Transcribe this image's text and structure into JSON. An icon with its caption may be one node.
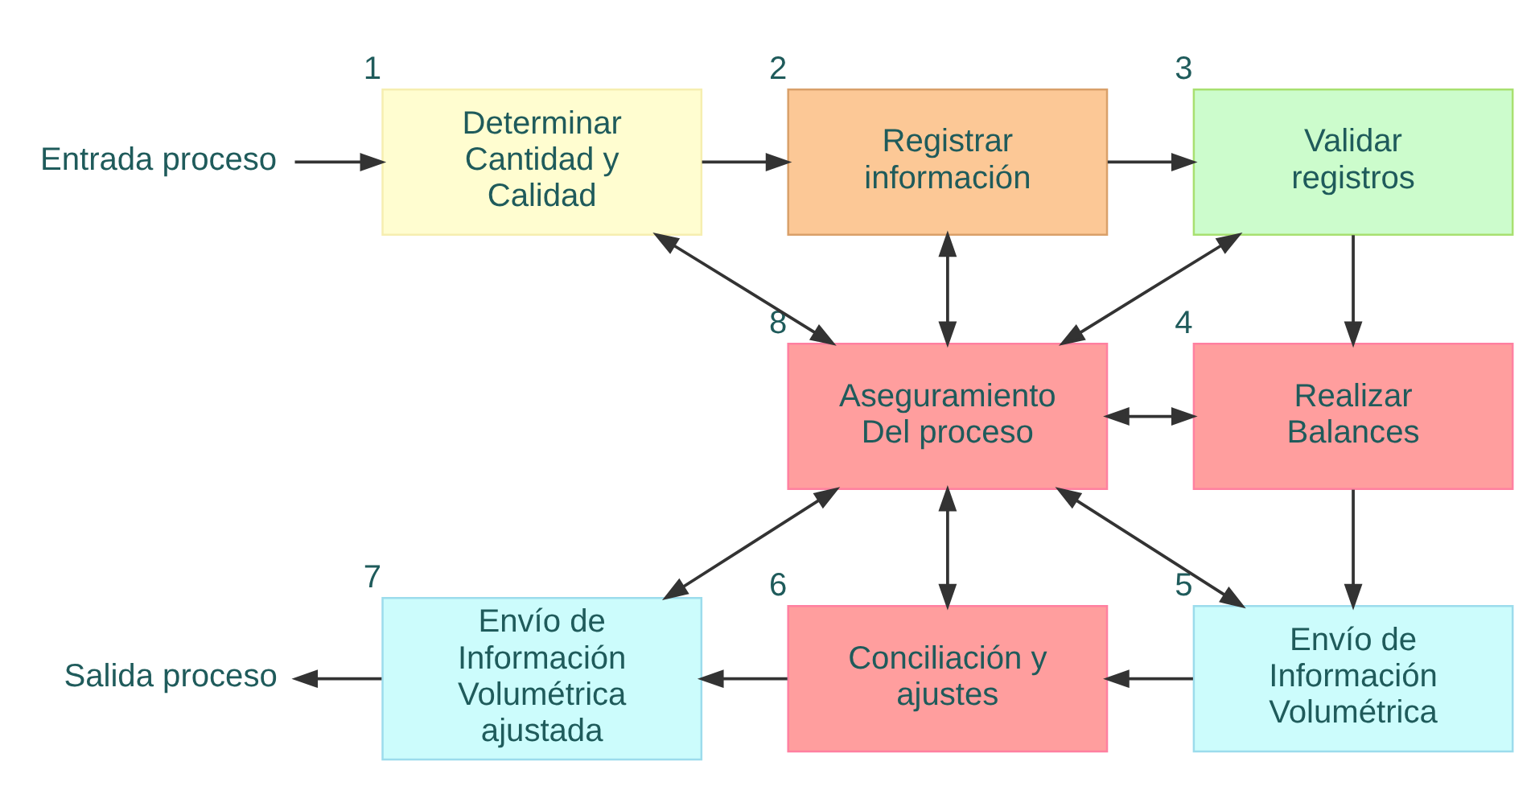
{
  "diagram": {
    "nodes": [
      {
        "text": [
          "Determinar Cantidad y Calidad"
        ],
        "beside": [
          "1"
        ]
      },
      {
        "text": [
          "Registrar información"
        ],
        "beside": [
          "2"
        ]
      },
      {
        "text": [
          "Validar registros"
        ],
        "beside": [
          "3"
        ]
      },
      {
        "text": [
          "Entrada proceso"
        ]
      },
      {
        "text": [
          "Aseguramiento Del proceso"
        ],
        "beside": [
          "8"
        ]
      },
      {
        "text": [
          "Realizar Balances"
        ],
        "beside": [
          "4"
        ]
      },
      {
        "text": [
          "Salida proceso"
        ]
      },
      {
        "text": [
          "Envío de Información Volumétrica ajustada"
        ],
        "beside": [
          "7"
        ]
      },
      {
        "text": [
          "Conciliación y ajustes"
        ],
        "beside": [
          "6"
        ]
      },
      {
        "text": [
          "Envío de Información Volumétrica"
        ],
        "beside": [
          "5"
        ]
      }
    ],
    "edges": [
      {
        "from": 3,
        "to": 0,
        "arrow": "to"
      },
      {
        "from": 0,
        "to": 1,
        "arrow": "to"
      },
      {
        "from": 1,
        "to": 2,
        "arrow": "to"
      },
      {
        "from": 2,
        "to": 5,
        "arrow": "to"
      },
      {
        "from": 5,
        "to": 9,
        "arrow": "to"
      },
      {
        "from": 9,
        "to": 8,
        "arrow": "to"
      },
      {
        "from": 8,
        "to": 7,
        "arrow": "to"
      },
      {
        "from": 7,
        "to": 6,
        "arrow": "to"
      },
      {
        "from": 0,
        "to": 4,
        "arrow": "both"
      },
      {
        "from": 1,
        "to": 4,
        "arrow": "both"
      },
      {
        "from": 4,
        "to": 2,
        "arrow": "both"
      },
      {
        "from": 4,
        "to": 5,
        "arrow": "both"
      },
      {
        "from": 9,
        "to": 4,
        "arrow": "both"
      },
      {
        "from": 4,
        "to": 7,
        "arrow": "both"
      },
      {
        "from": 4,
        "to": 8,
        "arrow": "both"
      }
    ]
  }
}
